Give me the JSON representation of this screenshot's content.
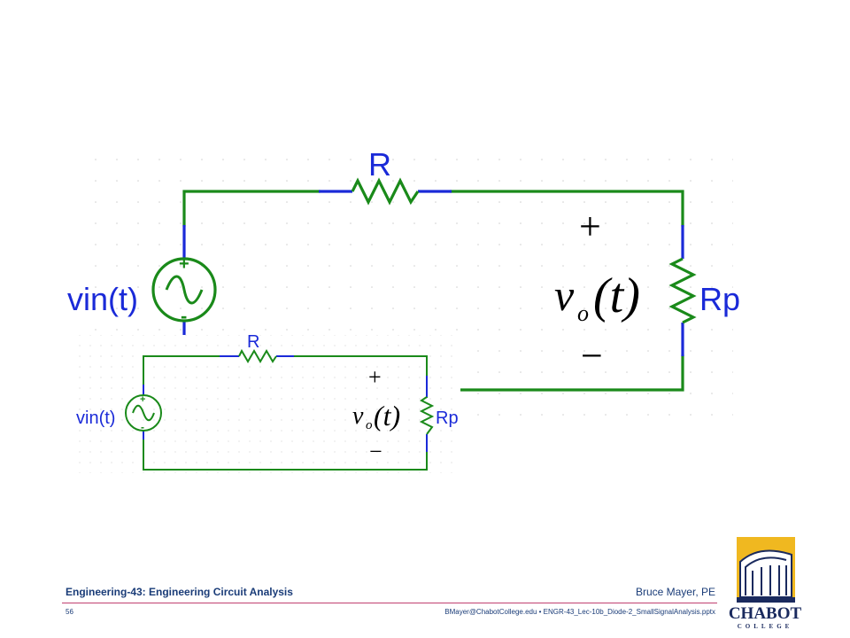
{
  "big_circuit": {
    "resistor_label": "R",
    "load_label": "Rp",
    "source_label": "vin(t)",
    "plus_sign": "+",
    "minus_sign": "-",
    "vo_plus": "+",
    "vo_minus": "−",
    "vo_var": "v",
    "vo_sub": "o",
    "vo_arg": "(t)"
  },
  "inset_circuit": {
    "resistor_label": "R",
    "load_label": "Rp",
    "source_label": "vin(t)",
    "plus_sign": "+",
    "minus_sign": "-",
    "vo_plus": "+",
    "vo_minus": "−",
    "vo_var": "v",
    "vo_sub": "o",
    "vo_arg": "(t)"
  },
  "colors": {
    "wire": "#1a8a1a",
    "terminal": "#1a2ad8",
    "label": "#1a2ad8",
    "grid": "#d0d0d0",
    "logo_gold": "#f0b820",
    "logo_navy": "#1a2a5e"
  },
  "footer": {
    "course": "Engineering-43: Engineering Circuit Analysis",
    "author": "Bruce Mayer, PE",
    "page": "56",
    "file": "BMayer@ChabotCollege.edu  •  ENGR-43_Lec-10b_Diode-2_SmallSignalAnalysis.pptx"
  },
  "logo": {
    "name": "CHABOT",
    "sub": "COLLEGE"
  }
}
